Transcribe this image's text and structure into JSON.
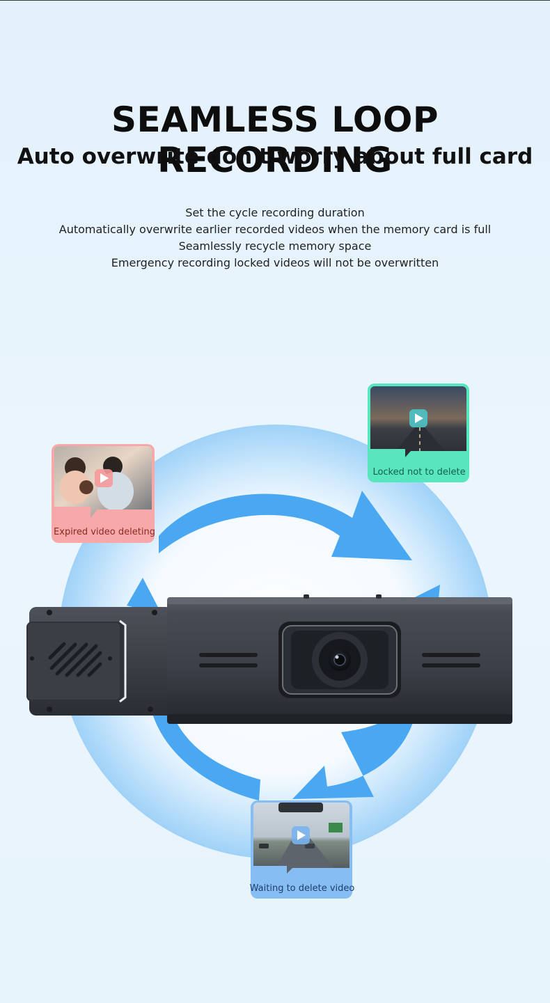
{
  "header": {
    "title": "SEAMLESS LOOP RECORDING",
    "subtitle": "Auto overwrite don't worry about full card"
  },
  "features": [
    "Set the cycle recording duration",
    "Automatically overwrite earlier recorded videos when the memory card is full",
    "Seamlessly recycle memory space",
    "Emergency recording locked videos will not be overwritten"
  ],
  "cards": {
    "expired": {
      "label": "Expired video deleting",
      "color": "#f28a8a"
    },
    "locked": {
      "label": "Locked not to delete",
      "color": "#4ee2b8"
    },
    "waiting": {
      "label": "Waiting to delete video",
      "color": "#7fb6f2"
    }
  },
  "colors": {
    "arrow": "#4aa8f3",
    "glow": "#bfe3fb"
  }
}
